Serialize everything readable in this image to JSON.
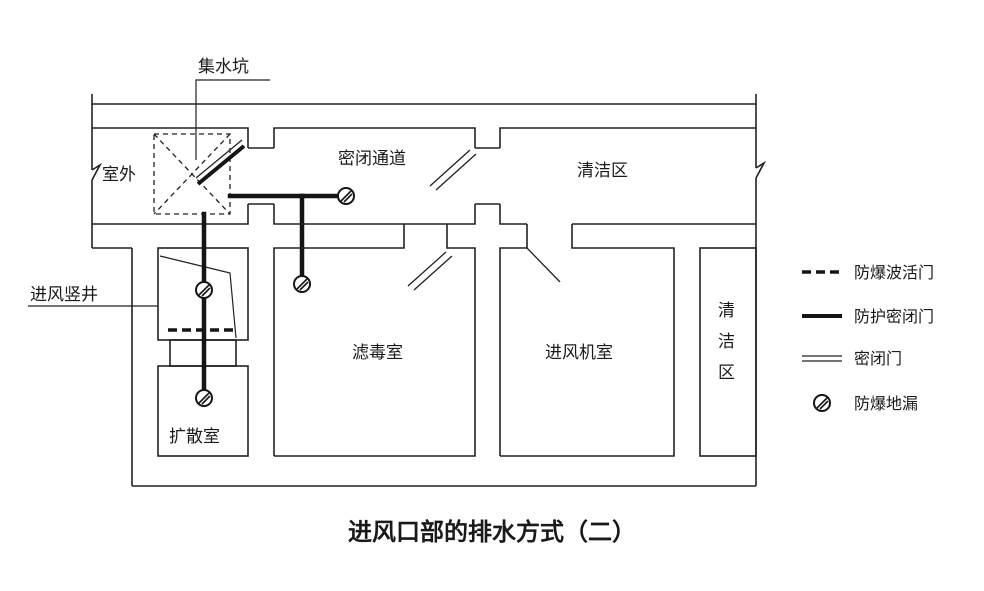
{
  "title": "进风口部的排水方式（二）",
  "labels": {
    "sump": "集水坑",
    "outdoor": "室外",
    "airlock": "密闭通道",
    "clean_top": "清洁区",
    "shaft": "进风竖井",
    "filter_room": "滤毒室",
    "fan_room": "进风机室",
    "clean_right": "清\n洁\n区",
    "expansion_room": "扩散室"
  },
  "legend": [
    {
      "symbol": "dashed-thick-line",
      "label": "防爆波活门"
    },
    {
      "symbol": "thick-line",
      "label": "防护密闭门"
    },
    {
      "symbol": "double-line",
      "label": "密闭门"
    },
    {
      "symbol": "floor-drain",
      "label": "防爆地漏"
    }
  ]
}
